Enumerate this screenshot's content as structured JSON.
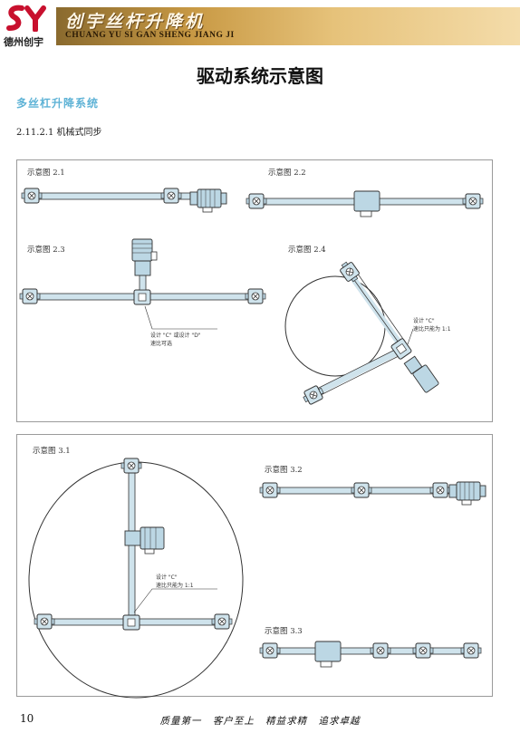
{
  "header": {
    "logo_letters": "SY",
    "logo_caption": "德州创宇",
    "company_cn": "创宇丝杆升降机",
    "company_en": "CHUANG YU SI GAN SHENG JIANG JI",
    "brand_color": "#c8102e",
    "banner_color": "#c99a45"
  },
  "page": {
    "title": "驱动系统示意图",
    "section": "多丝杠升降系统",
    "subsection": "2.11.2.1 机械式同步",
    "page_number": "10",
    "slogan": "质量第一 客户至上 精益求精 追求卓越"
  },
  "diagrams": {
    "d21": "示意图 2.1",
    "d22": "示意图 2.2",
    "d23": "示意图 2.3",
    "d24": "示意图 2.4",
    "d31": "示意图 3.1",
    "d32": "示意图 3.2",
    "d33": "示意图 3.3"
  },
  "notes": {
    "n23_line1": "设计 \"C\" 或设计 \"D\"",
    "n23_line2": "速比可选",
    "n24_line1": "设计 \"C\"",
    "n24_line2": "速比只能为 1:1",
    "n31_line1": "设计 \"C\"",
    "n31_line2": "速比只能为 1:1"
  },
  "colors": {
    "shaft": "#cfe3ec",
    "unit": "#bcd7e4",
    "line": "#333333"
  }
}
